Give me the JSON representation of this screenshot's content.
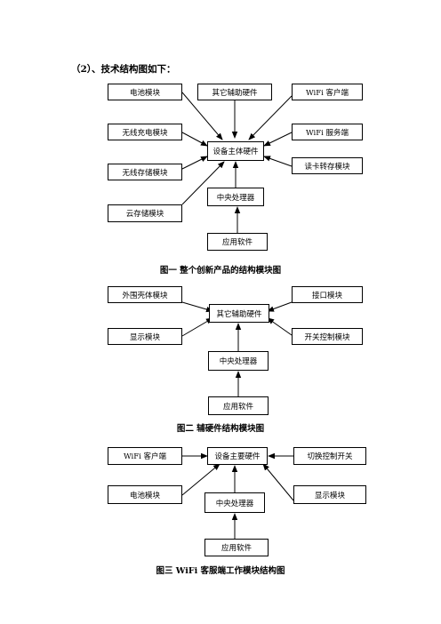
{
  "heading": "（2）、技术结构图如下：",
  "diagram1": {
    "boxes": {
      "battery": "电池模块",
      "other_hw": "其它辅助硬件",
      "wifi_client": "WiFi 客户端",
      "wireless_charge": "无线充电模块",
      "wifi_service": "WiFi 服务端",
      "main_hw": "设备主体硬件",
      "wireless_storage": "无线存储模块",
      "card_reader": "读卡转存模块",
      "cpu": "中央处理器",
      "cloud_storage": "云存储模块",
      "app_software": "应用软件"
    },
    "caption": "图一  整个创新产品的结构模块图"
  },
  "diagram2": {
    "boxes": {
      "shell": "外围壳体模块",
      "interface": "接口模块",
      "other_hw": "其它辅助硬件",
      "display": "显示模块",
      "switch_ctrl": "开关控制模块",
      "cpu": "中央处理器",
      "app_software": "应用软件"
    },
    "caption": "图二    辅硬件结构模块图"
  },
  "diagram3": {
    "boxes": {
      "wifi_client": "WiFi 客户端",
      "main_hw": "设备主要硬件",
      "toggle_switch": "切换控制开关",
      "battery": "电池模块",
      "cpu": "中央处理器",
      "display": "显示模块",
      "app_software": "应用软件"
    },
    "caption": "图三  WiFi 客服端工作模块结构图"
  }
}
